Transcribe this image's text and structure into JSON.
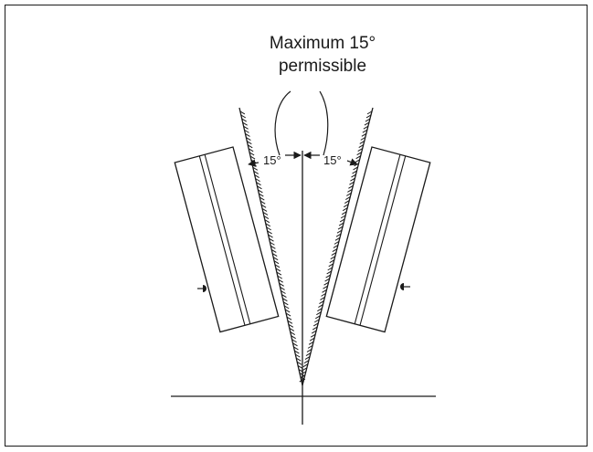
{
  "diagram": {
    "title_line1": "Maximum 15°",
    "title_line2": "permissible",
    "left_angle": "15°",
    "right_angle": "15°"
  },
  "colors": {
    "ink": "#1a1a1a",
    "background": "#ffffff"
  }
}
